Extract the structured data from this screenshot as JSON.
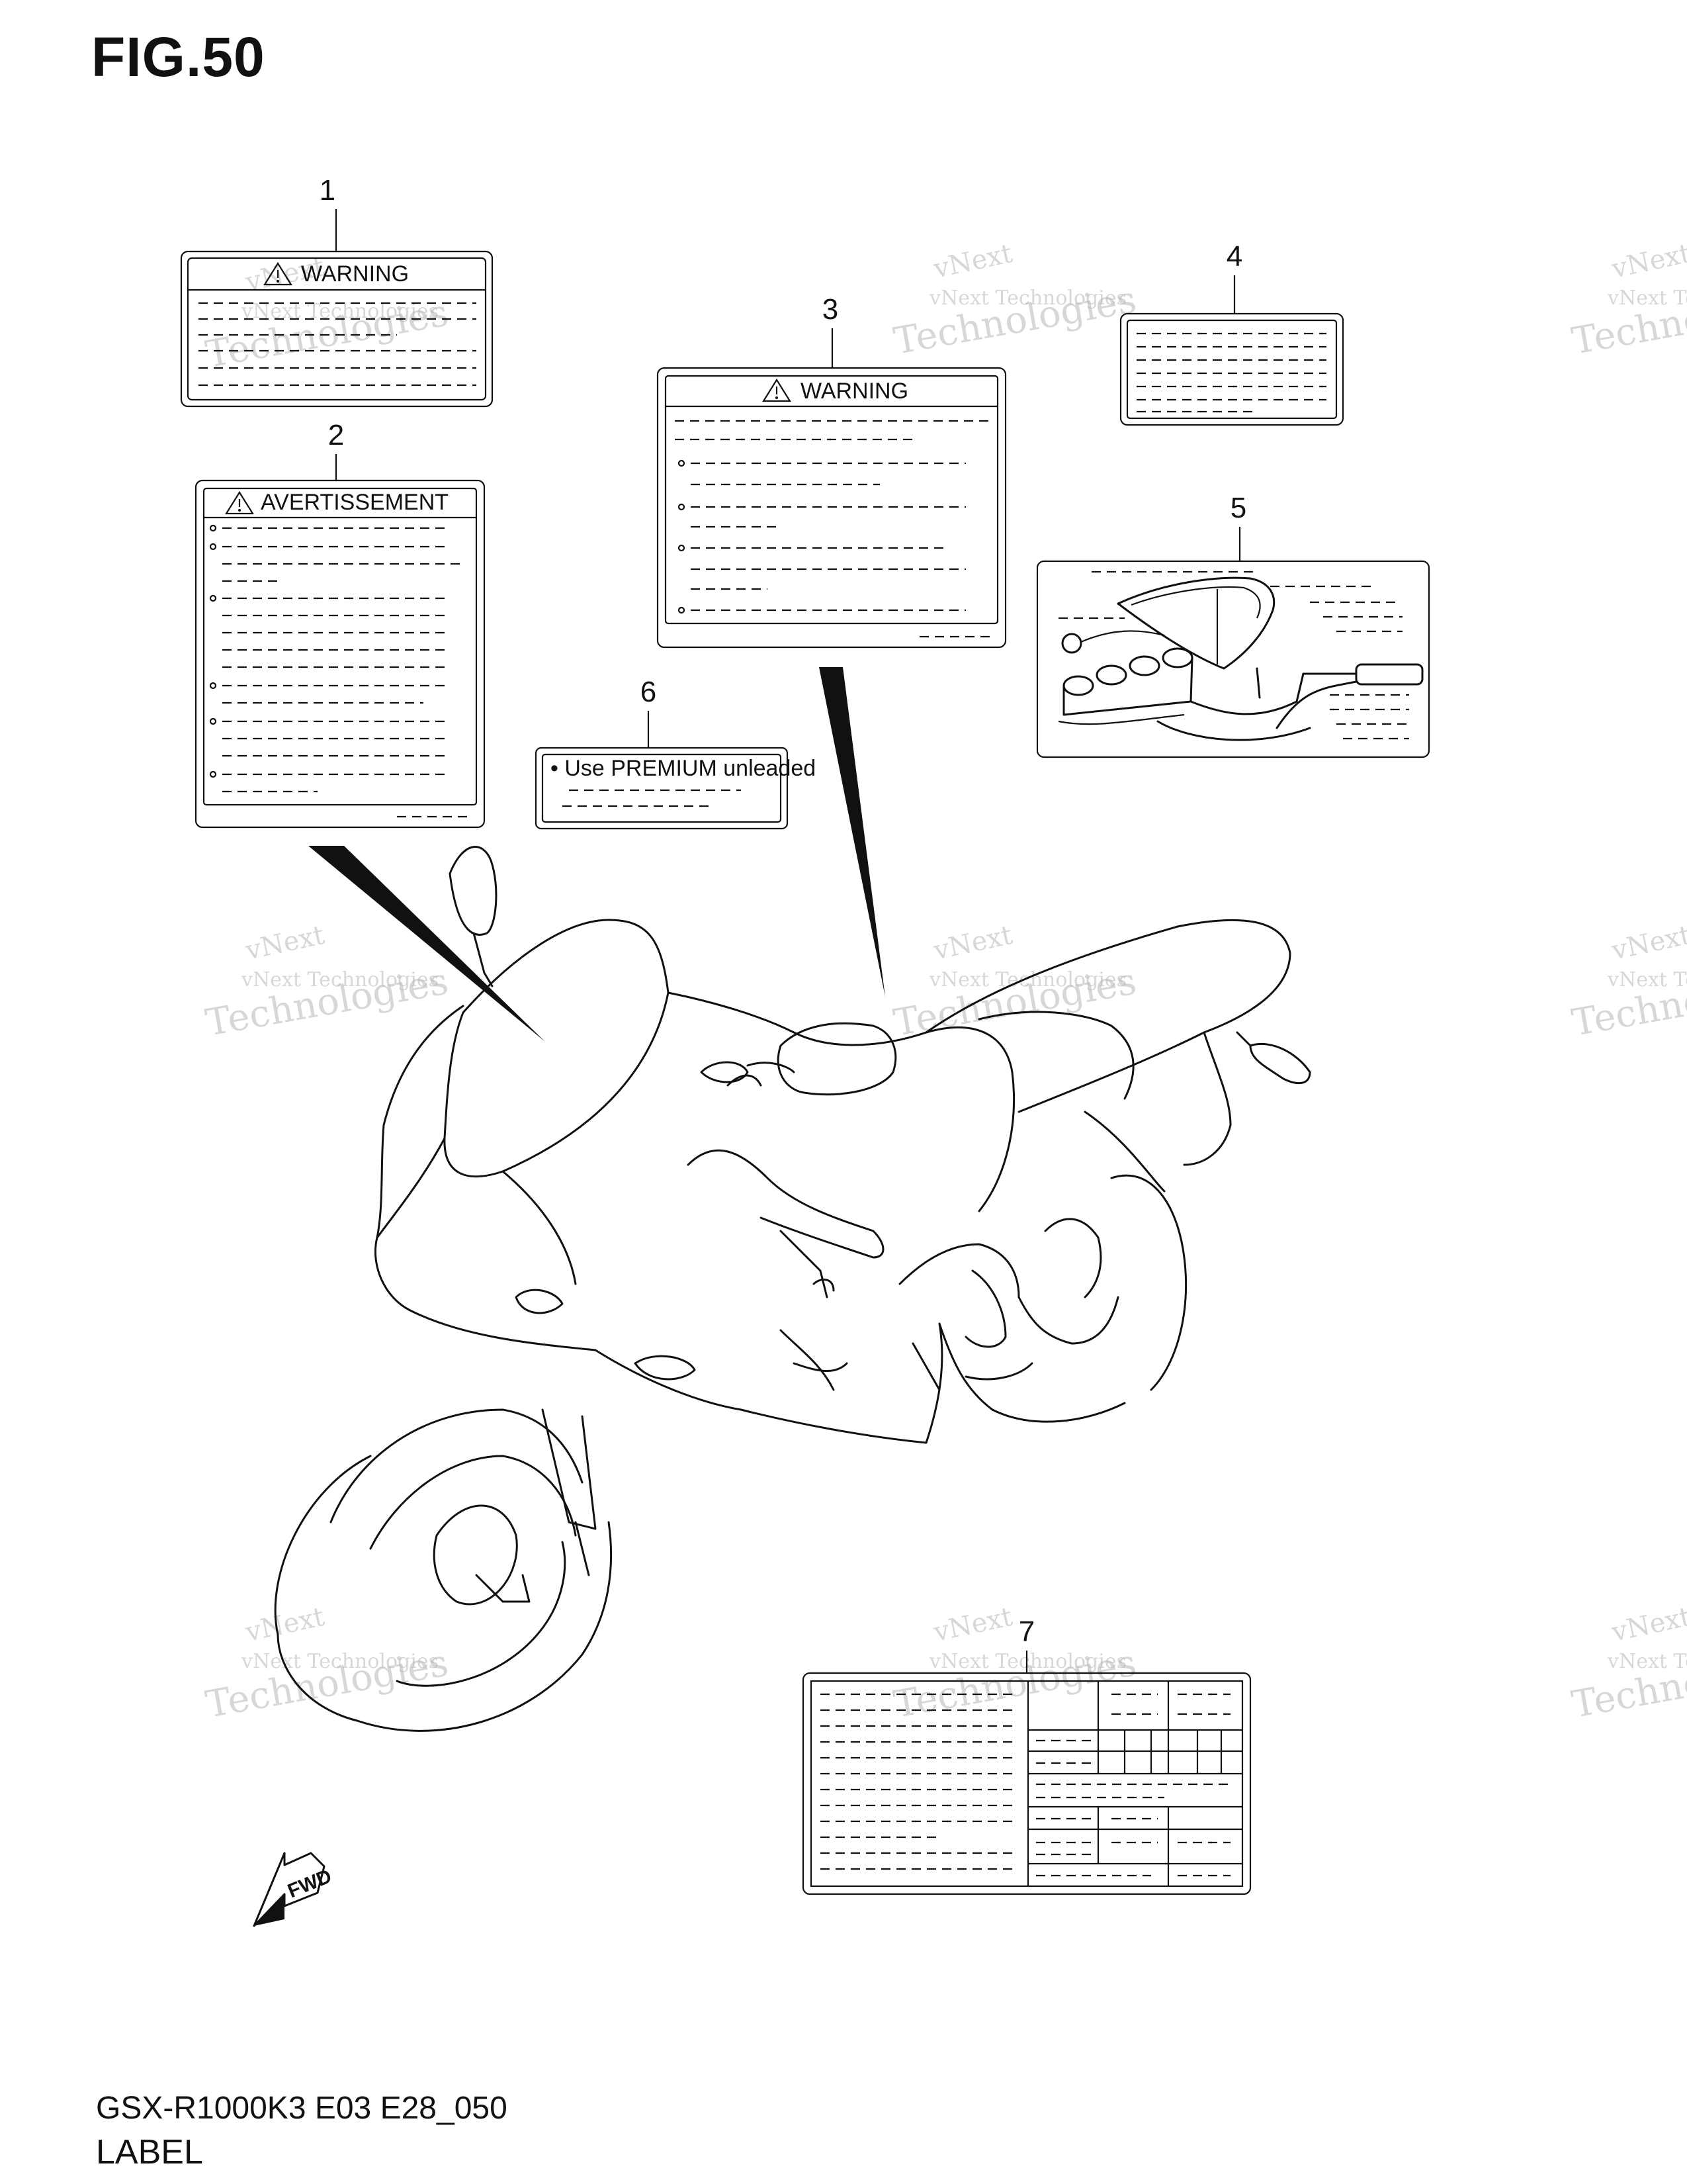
{
  "figure": {
    "title": "FIG.50",
    "code": "GSX-R1000K3 E03 E28_050",
    "name": "LABEL"
  },
  "callouts": [
    "1",
    "2",
    "3",
    "4",
    "5",
    "6",
    "7"
  ],
  "labels": {
    "warning_1": "WARNING",
    "warning_5": "WARNING",
    "avertissement_2": "AVERTISSEMENT",
    "fuel_7": "• Use PREMIUM unleaded"
  },
  "fwd_text": "FWD",
  "watermark": {
    "line1": "vNext",
    "line2": "vNext Technologies",
    "line3": "Technologies"
  },
  "colors": {
    "ink": "#111111",
    "watermark": "#b8b8b8",
    "background": "#ffffff"
  }
}
